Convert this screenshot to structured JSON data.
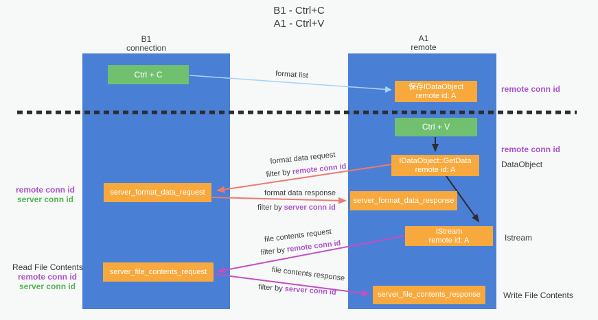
{
  "title": {
    "line1": "B1 - Ctrl+C",
    "line2": "A1 - Ctrl+V"
  },
  "columns": {
    "left": {
      "name": "B1",
      "subtitle": "connection"
    },
    "right": {
      "name": "A1",
      "subtitle": "remote"
    }
  },
  "boxes": {
    "ctrl_c": "Ctrl + C",
    "ctrl_v": "Ctrl + V",
    "save_dataobject": {
      "line1": "保存IDataObject",
      "line2": "remote id: A"
    },
    "getdata": {
      "line1": "IDataObject::GetData",
      "line2": "remote id: A"
    },
    "istream": {
      "line1": "IStream",
      "line2": "remote id: A"
    },
    "server_format_data_request": "server_format_data_request",
    "server_format_data_response": "server_format_data_response",
    "server_file_contents_request": "server_file_contents_request",
    "server_file_contents_response": "server_file_contents_response"
  },
  "arrow_labels": {
    "format_list": "format list",
    "format_data_request": "format data request",
    "format_data_response": "format data response",
    "file_contents_request": "file contents request",
    "file_contents_response": "file contents response",
    "filter_by": "filter by ",
    "remote_conn_id": "remote conn id",
    "server_conn_id": "server conn id"
  },
  "side_labels": {
    "remote_conn_id": "remote conn id",
    "server_conn_id": "server conn id",
    "dataobject": "DataObject",
    "istream": "Istream",
    "read_file_contents": "Read File Contents",
    "write_file_contents": "Write File Contents"
  },
  "colors": {
    "column_blue": "#4a7fd6",
    "box_green": "#71c070",
    "box_orange": "#f8a93d",
    "arrow_blue": "#a9d5f5",
    "arrow_red": "#ee796f",
    "arrow_magenta": "#c24fc2",
    "arrow_black": "#2d2d2d",
    "text_purple": "#a855c8",
    "text_green": "#55b455",
    "text_dark": "#3c3c3c",
    "background": "#f7f8f8"
  }
}
